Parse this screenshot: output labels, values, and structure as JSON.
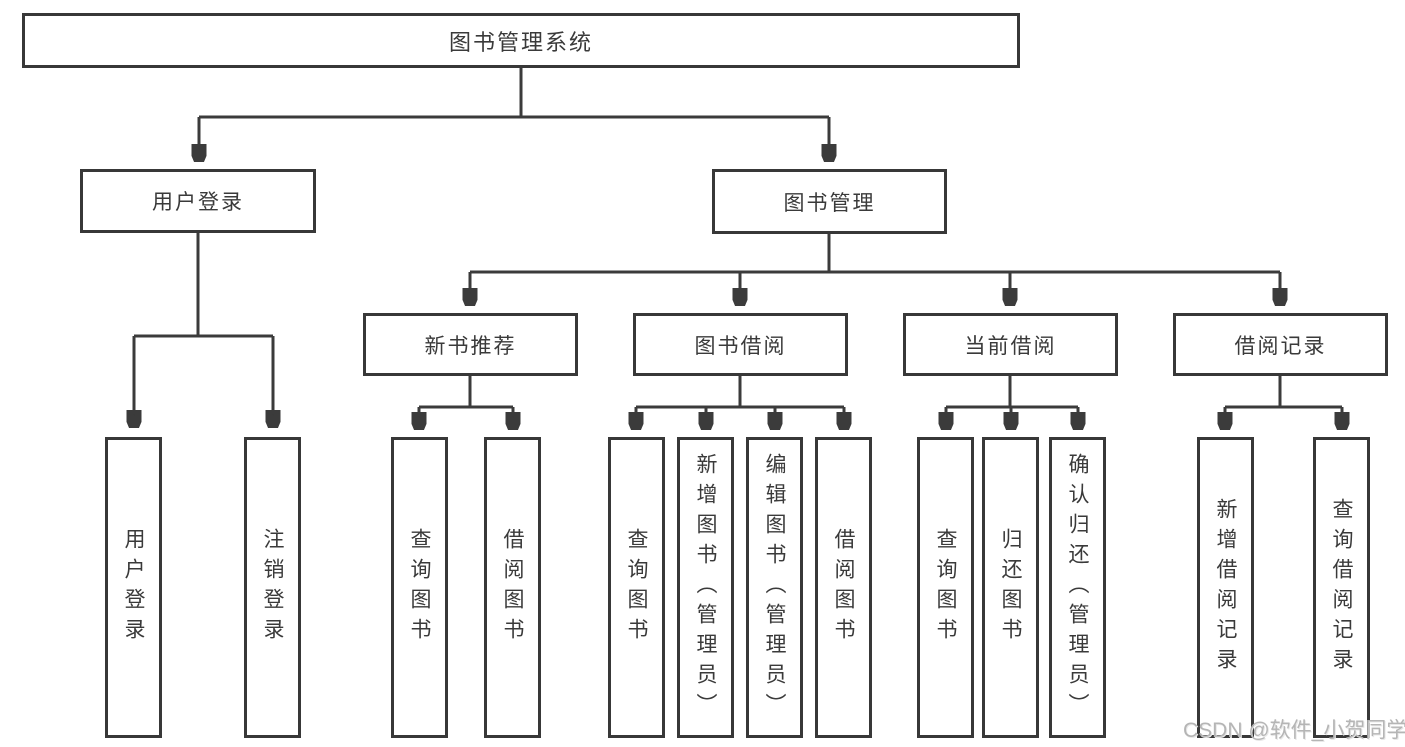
{
  "diagram_title": "图书管理系统",
  "watermark": "CSDN @软件_小贺同学",
  "colors": {
    "line": "#3b3b3b",
    "border": "#383838",
    "text": "#3a3a3a",
    "watermark": "#b5b5b5",
    "background": "#ffffff"
  },
  "tree": {
    "root": "图书管理系统",
    "level1": [
      {
        "label": "用户登录",
        "children": [
          "用户登录",
          "注销登录"
        ]
      },
      {
        "label": "图书管理"
      }
    ],
    "level2": [
      {
        "label": "新书推荐",
        "children": [
          "查询图书",
          "借阅图书"
        ]
      },
      {
        "label": "图书借阅",
        "children": [
          "查询图书",
          "新增图书（管理员）",
          "编辑图书（管理员）",
          "借阅图书"
        ]
      },
      {
        "label": "当前借阅",
        "children": [
          "查询图书",
          "归还图书",
          "确认归还（管理员）"
        ]
      },
      {
        "label": "借阅记录",
        "children": [
          "新增借阅记录",
          "查询借阅记录"
        ]
      }
    ]
  }
}
